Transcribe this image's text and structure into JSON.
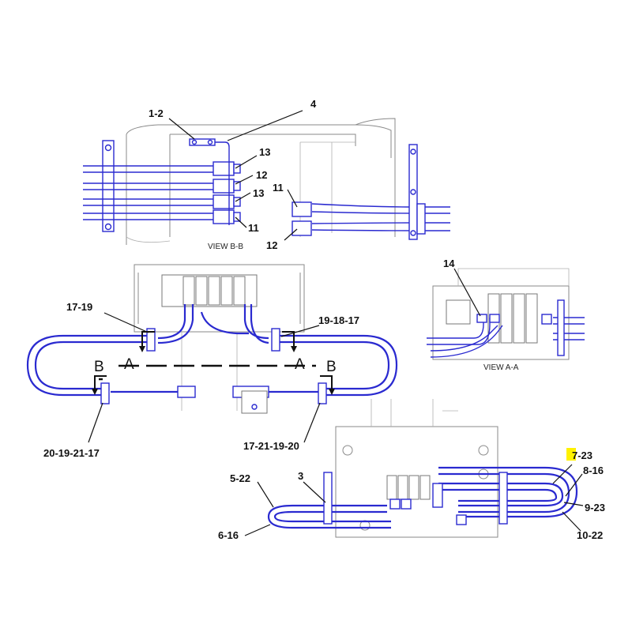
{
  "views": {
    "view_bb": "VIEW B-B",
    "view_aa": "VIEW A-A"
  },
  "section_letters": {
    "a_left": "A",
    "a_right": "A",
    "b_left": "B",
    "b_right": "B"
  },
  "callouts": {
    "c_1_2": "1-2",
    "c_4": "4",
    "c_13_top": "13",
    "c_12_top": "12",
    "c_13_mid": "13",
    "c_11_left": "11",
    "c_11_right": "11",
    "c_12_right": "12",
    "c_14": "14",
    "c_17_19": "17-19",
    "c_19_18_17": "19-18-17",
    "c_20_19_21_17": "20-19-21-17",
    "c_17_21_19_20": "17-21-19-20",
    "c_7_23": "7-23",
    "c_8_16": "8-16",
    "c_9_23": "9-23",
    "c_10_22": "10-22",
    "c_5_22": "5-22",
    "c_3": "3",
    "c_6_16": "6-16"
  },
  "colors": {
    "hose": "#2a2ad0",
    "frame": "#8a8a8a",
    "highlight": "#fff200",
    "text": "#111111"
  }
}
